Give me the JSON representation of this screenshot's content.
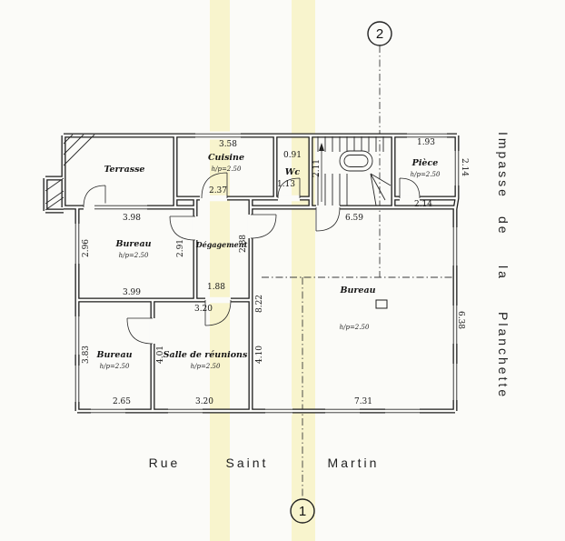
{
  "colors": {
    "paper": "#fbfbf8",
    "ink": "#1c1c1c",
    "highlighter": "#f5eda2"
  },
  "streets": {
    "rue": "Rue",
    "saint": "Saint",
    "martin": "Martin",
    "impasse": "Impasse",
    "de": "de",
    "la": "la",
    "planchette": "Planchette"
  },
  "markers": {
    "top": "2",
    "bottom": "1"
  },
  "rooms": {
    "terrasse": {
      "name": "Terrasse"
    },
    "cuisine": {
      "name": "Cuisine",
      "hp": "h/p=2.50"
    },
    "wc": {
      "name": "Wc"
    },
    "piece": {
      "name": "Pièce",
      "hp": "h/p=2.50"
    },
    "bureau1": {
      "name": "Bureau",
      "hp": "h/p=2.50"
    },
    "degagement": {
      "name": "Dégagement"
    },
    "bureau_grand": {
      "name": "Bureau",
      "hp": "h/p=2.50"
    },
    "bureau2": {
      "name": "Bureau",
      "hp": "h/p=2.50"
    },
    "salle": {
      "name": "Salle de réunions",
      "hp": "h/p=2.50"
    }
  },
  "dimensions": {
    "cuisine_top": "3.58",
    "wc_top": "0.91",
    "piece_top": "1.93",
    "cuisine_bottom": "2.37",
    "wc_bottom": "1.13",
    "wc_side": "2.11",
    "piece_side": "2.14",
    "piece_bottom": "2.14",
    "bureau1_top": "3.98",
    "bureau1_left": "2.96",
    "bureau1_right": "2.91",
    "degagement_side": "2.88",
    "grand_bureau_top": "6.59",
    "bureau1_bottom": "3.99",
    "degagement_bottom": "1.88",
    "salle_top": "3.20",
    "grand_bureau_left": "8.22",
    "grand_bureau_right": "6.38",
    "bureau2_left": "3.83",
    "salle_left": "4.01",
    "salle_right": "4.10",
    "bureau2_bottom": "2.65",
    "salle_bottom": "3.20",
    "grand_bureau_bottom": "7.31"
  }
}
